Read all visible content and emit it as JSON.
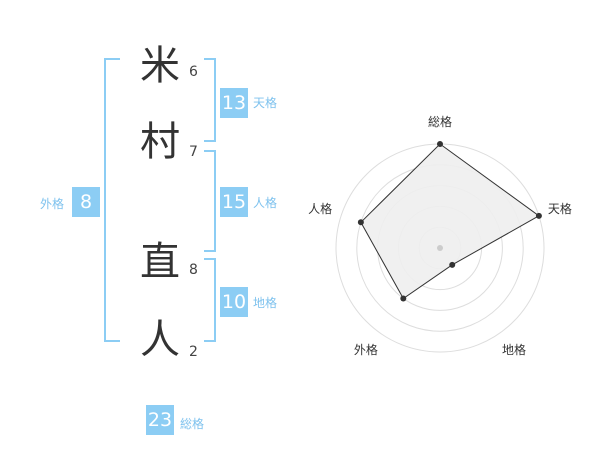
{
  "name": {
    "chars": [
      {
        "char": "米",
        "strokes": "6"
      },
      {
        "char": "村",
        "strokes": "7"
      },
      {
        "char": "直",
        "strokes": "8"
      },
      {
        "char": "人",
        "strokes": "2"
      }
    ]
  },
  "scores": {
    "tenkaku": {
      "value": "13",
      "label": "天格"
    },
    "jinkaku": {
      "value": "15",
      "label": "人格"
    },
    "chikaku": {
      "value": "10",
      "label": "地格"
    },
    "gaikaku": {
      "value": "8",
      "label": "外格"
    },
    "soukaku": {
      "value": "23",
      "label": "総格"
    }
  },
  "chart_data": {
    "type": "radar",
    "axes": [
      "総格",
      "天格",
      "地格",
      "外格",
      "人格"
    ],
    "values": [
      5,
      5,
      1,
      3,
      4
    ],
    "range": [
      0,
      5
    ],
    "rings": 5,
    "colors": {
      "fill": "#eeeeee",
      "line": "#333333",
      "ring": "#dddddd",
      "point": "#333333",
      "center": "#cccccc"
    }
  }
}
